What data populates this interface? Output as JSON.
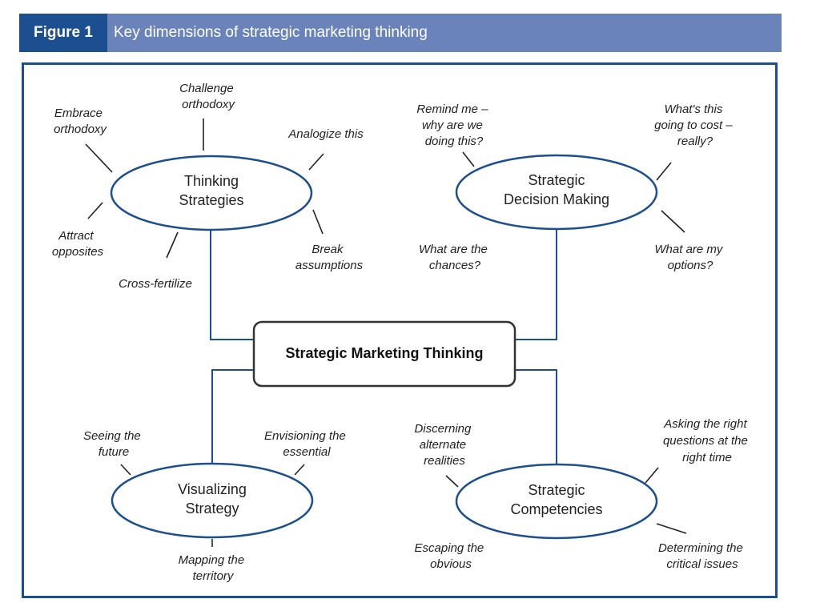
{
  "header": {
    "figure_label": "Figure 1",
    "title": "Key dimensions of strategic marketing thinking"
  },
  "center": "Strategic Marketing Thinking",
  "nodes": {
    "thinking": [
      "Thinking",
      "Strategies"
    ],
    "decision": [
      "Strategic",
      "Decision Making"
    ],
    "visualizing": [
      "Visualizing",
      "Strategy"
    ],
    "competencies": [
      "Strategic",
      "Competencies"
    ]
  },
  "captions": {
    "embrace_orthodoxy": [
      "Embrace",
      "orthodoxy"
    ],
    "challenge_orthodoxy": [
      "Challenge",
      "orthodoxy"
    ],
    "analogize_this": [
      "Analogize this"
    ],
    "attract_opposites": [
      "Attract",
      "opposites"
    ],
    "cross_fertilize": [
      "Cross-fertilize"
    ],
    "break_assumptions": [
      "Break",
      "assumptions"
    ],
    "remind_me": [
      "Remind me –",
      "why are we",
      "doing this?"
    ],
    "whats_this_cost": [
      "What's this",
      "going to cost –",
      "really?"
    ],
    "what_chances": [
      "What are the",
      "chances?"
    ],
    "what_options": [
      "What are my",
      "options?"
    ],
    "seeing_future": [
      "Seeing the",
      "future"
    ],
    "envisioning_essential": [
      "Envisioning the",
      "essential"
    ],
    "mapping_territory": [
      "Mapping the",
      "territory"
    ],
    "discerning_realities": [
      "Discerning",
      "alternate",
      "realities"
    ],
    "asking_right_questions": [
      "Asking the right",
      "questions at the",
      "right time"
    ],
    "escaping_obvious": [
      "Escaping the",
      "obvious"
    ],
    "determining_issues": [
      "Determining the",
      "critical issues"
    ]
  },
  "colors": {
    "header_bar": "#6a84bb",
    "header_label_bg": "#1b4f8f",
    "line": "#1b4f8f"
  }
}
